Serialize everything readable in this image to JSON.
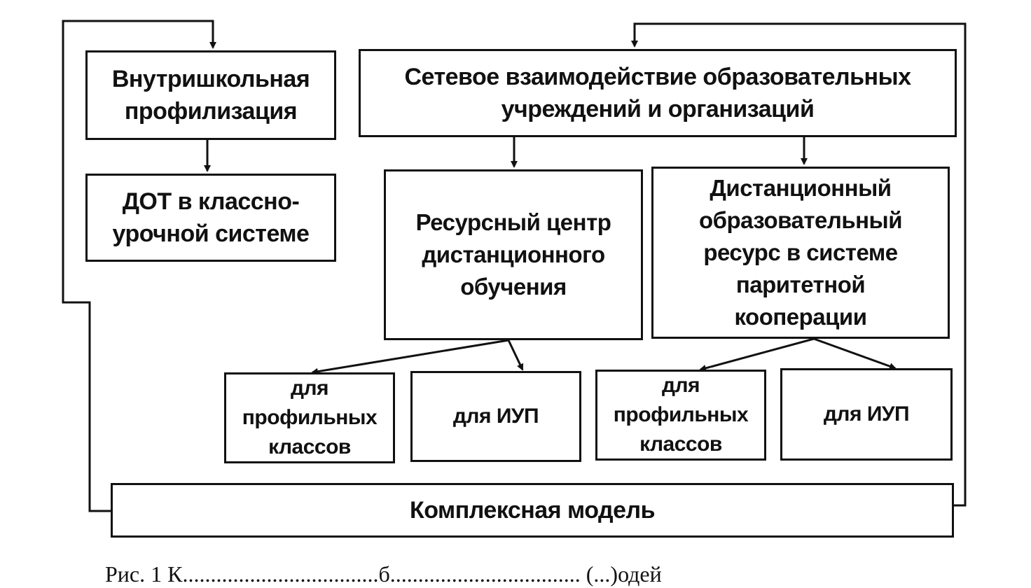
{
  "diagram": {
    "boxes": {
      "vnutrishkolnaya": "Внутришкольная\nпрофилизация",
      "dot": "ДОТ в классно-\nурочной системе",
      "setevoe": "Сетевое взаимодействие образовательных\nучреждений и организаций",
      "resursny_centr": "Ресурсный центр\nдистанционного\nобучения",
      "distancionny_resurs": "Дистанционный\nобразовательный\nресурс в системе\nпаритетной\nкооперации",
      "leaf_profil_1": "для\nпрофильных\nклассов",
      "leaf_iup_1": "для ИУП",
      "leaf_profil_2": "для\nпрофильных\nклассов",
      "leaf_iup_2": "для ИУП",
      "kompleksnaya": "Комплексная модель"
    },
    "caption": "Рис. 1 К...................................б.................................. (...)одей"
  },
  "colors": {
    "line": "#111111",
    "background": "#ffffff"
  }
}
